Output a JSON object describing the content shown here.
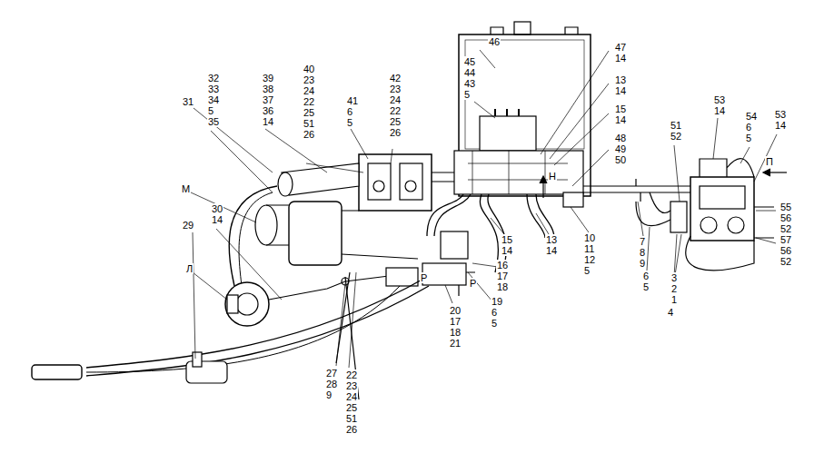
{
  "diagram": {
    "labels": [
      "32 33 34 5 35",
      "39 38 37 36 14",
      "40 23 24 22 25 51 26",
      "41 6 5",
      "42 23 24 22 25 26",
      "31",
      "46",
      "45 44 43 5",
      "47 14",
      "13 14",
      "15 14",
      "48 49 50",
      "Н",
      "51 52",
      "53 14",
      "54 6 5",
      "53 14",
      "П",
      "55 56 52",
      "57 56 52",
      "М",
      "30 14",
      "Л",
      "29",
      "15 14",
      "13 14",
      "10 11 12 5",
      "7 8 9",
      "6 5",
      "3 2 1",
      "4",
      "16 17 18",
      "19 6 5",
      "20 17 18 21",
      "Р",
      "Р",
      "27 28 9",
      "22 23 24 25 51 26"
    ]
  }
}
